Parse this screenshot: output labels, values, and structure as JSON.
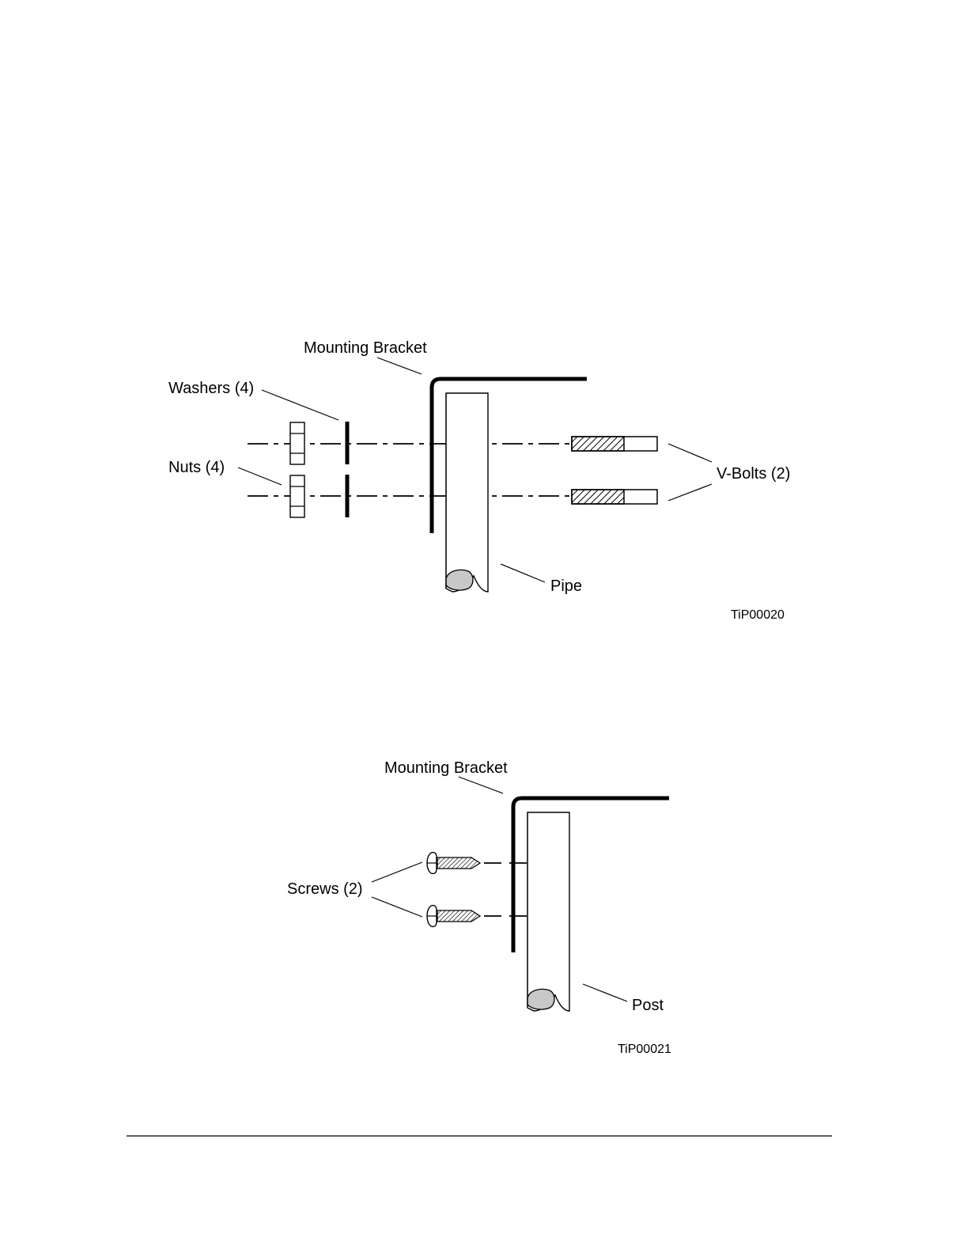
{
  "figure1": {
    "label_bracket": "Mounting Bracket",
    "label_washers": "Washers (4)",
    "label_nuts": "Nuts (4)",
    "label_vbolts": "V-Bolts (2)",
    "label_pipe": "Pipe",
    "code": "TiP00020"
  },
  "figure2": {
    "label_bracket": "Mounting Bracket",
    "label_screws": "Screws (2)",
    "label_post": "Post",
    "code": "TiP00021"
  }
}
